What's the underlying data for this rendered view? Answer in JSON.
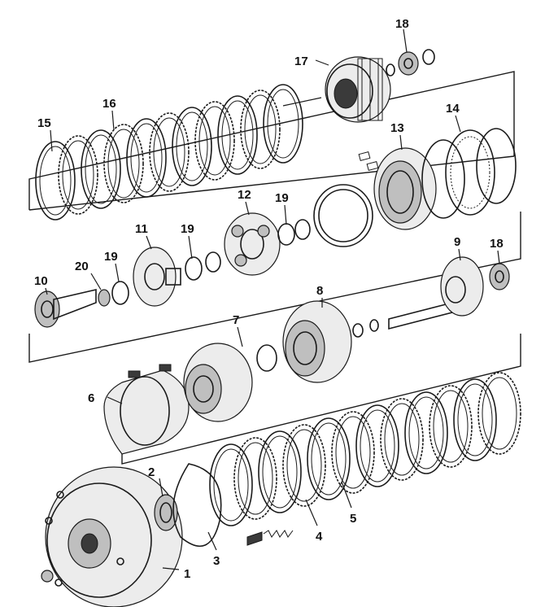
{
  "diagram": {
    "callouts": [
      {
        "id": 1,
        "text": "1"
      },
      {
        "id": 2,
        "text": "2"
      },
      {
        "id": 3,
        "text": "3"
      },
      {
        "id": 4,
        "text": "4"
      },
      {
        "id": 5,
        "text": "5"
      },
      {
        "id": 6,
        "text": "6"
      },
      {
        "id": 7,
        "text": "7"
      },
      {
        "id": 8,
        "text": "8"
      },
      {
        "id": 9,
        "text": "9"
      },
      {
        "id": 10,
        "text": "10"
      },
      {
        "id": 11,
        "text": "11"
      },
      {
        "id": 12,
        "text": "12"
      },
      {
        "id": 13,
        "text": "13"
      },
      {
        "id": 14,
        "text": "14"
      },
      {
        "id": 15,
        "text": "15"
      },
      {
        "id": 16,
        "text": "16"
      },
      {
        "id": 17,
        "text": "17"
      },
      {
        "id": 18,
        "text": "18"
      },
      {
        "id": 19,
        "text": "19"
      },
      {
        "id": 20,
        "text": "20"
      }
    ],
    "colors": {
      "ink": "#1a1a1a",
      "background": "#ffffff",
      "shade": "#bfbfbf"
    }
  }
}
